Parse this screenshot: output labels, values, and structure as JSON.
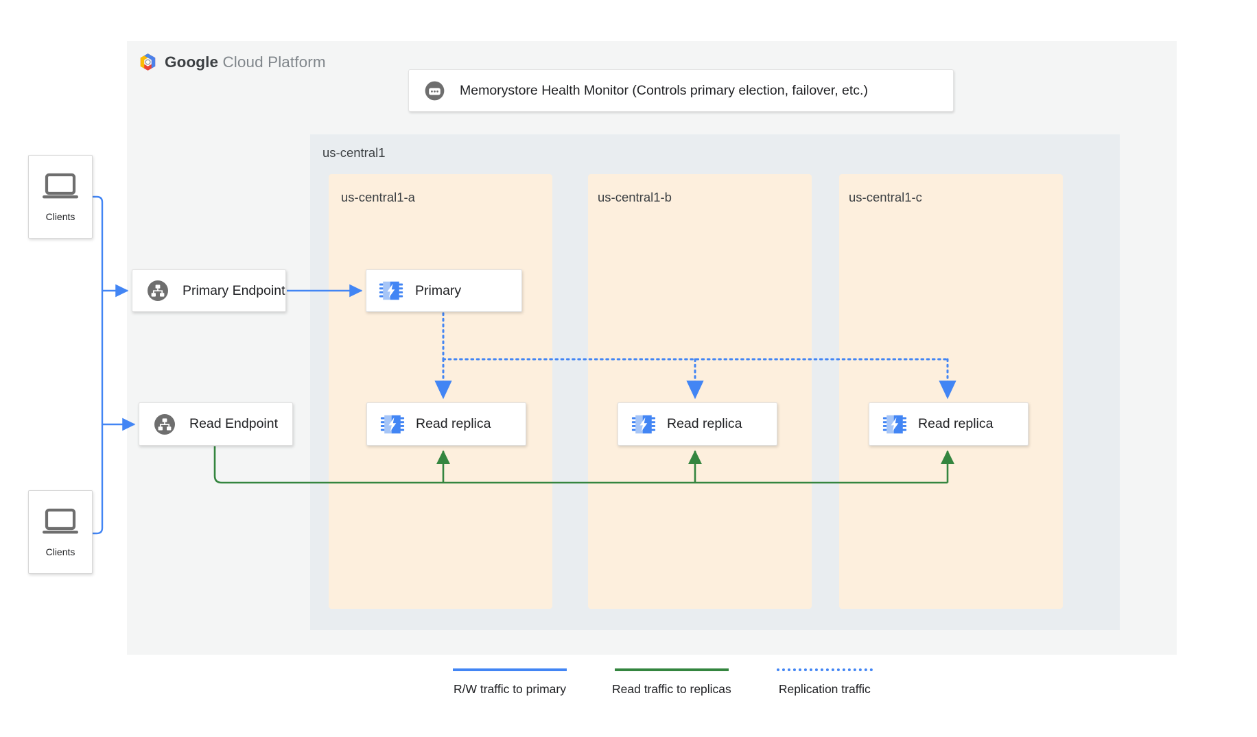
{
  "platform": {
    "logo_name": "google-cloud-platform-logo",
    "wordmark_bold": "Google",
    "wordmark_light": " Cloud Platform"
  },
  "health_monitor": {
    "icon": "health-monitor-icon",
    "label": "Memorystore Health Monitor (Controls primary election, failover, etc.)"
  },
  "region": {
    "label": "us-central1",
    "zones": [
      {
        "label": "us-central1-a"
      },
      {
        "label": "us-central1-b"
      },
      {
        "label": "us-central1-c"
      }
    ]
  },
  "nodes": {
    "primary": {
      "label": "Primary",
      "icon": "memorystore-chip-icon"
    },
    "replicas": [
      {
        "label": "Read replica",
        "icon": "memorystore-chip-icon"
      },
      {
        "label": "Read replica",
        "icon": "memorystore-chip-icon"
      },
      {
        "label": "Read replica",
        "icon": "memorystore-chip-icon"
      }
    ]
  },
  "endpoints": {
    "primary": {
      "label": "Primary Endpoint",
      "icon": "endpoint-hierarchy-icon"
    },
    "read": {
      "label": "Read Endpoint",
      "icon": "endpoint-hierarchy-icon"
    }
  },
  "clients": [
    {
      "label": "Clients",
      "icon": "laptop-icon"
    },
    {
      "label": "Clients",
      "icon": "laptop-icon"
    }
  ],
  "legend": [
    {
      "label": "R/W traffic to primary",
      "color": "#4285f4",
      "style": "solid"
    },
    {
      "label": "Read traffic to replicas",
      "color": "#34853f",
      "style": "solid"
    },
    {
      "label": "Replication traffic",
      "color": "#4285f4",
      "style": "dotted"
    }
  ],
  "colors": {
    "blue": "#4285f4",
    "green": "#34853f",
    "zone_fill": "#fdefdd",
    "region_fill": "#e9edf0",
    "panel_fill": "#f4f5f5",
    "icon_grey": "#6e6e6e"
  }
}
